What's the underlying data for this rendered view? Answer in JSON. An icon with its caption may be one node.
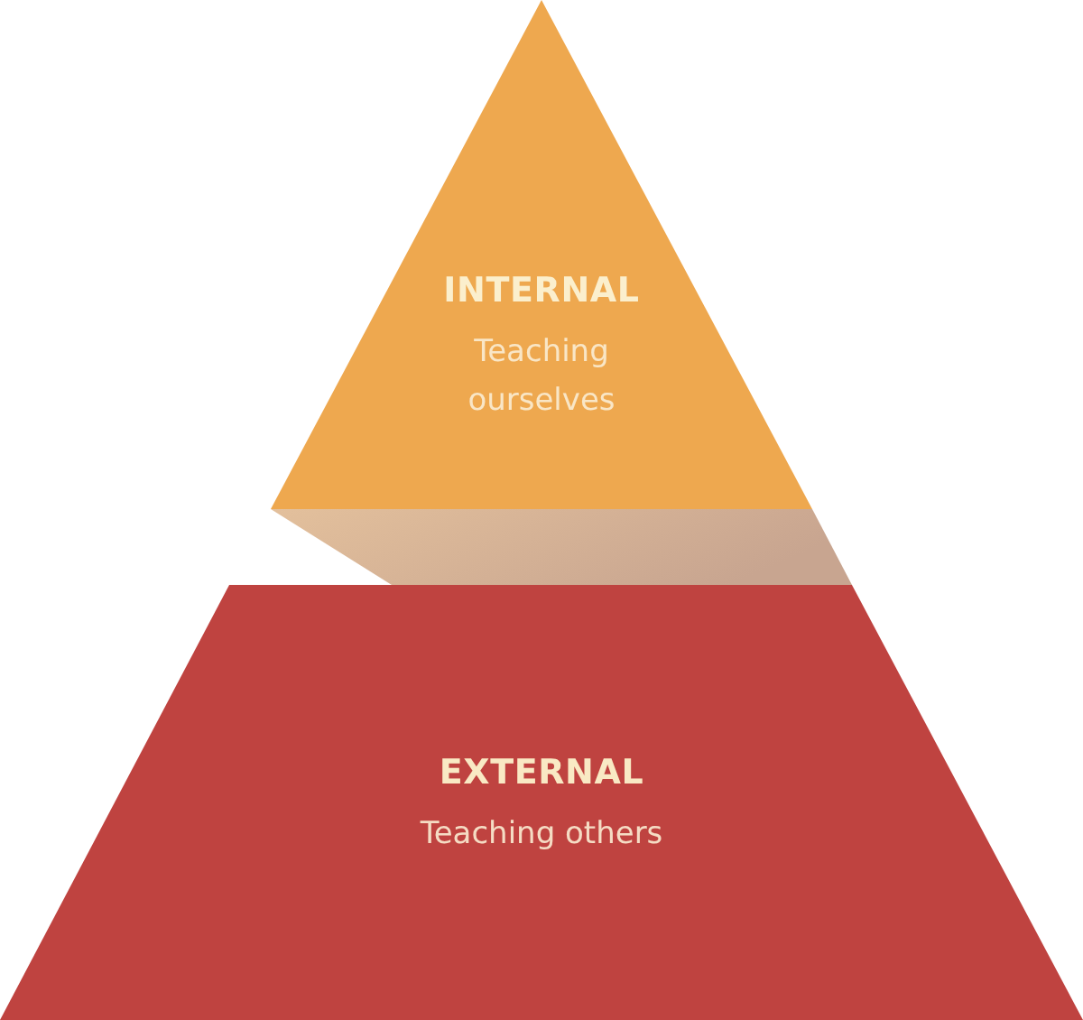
{
  "diagram": {
    "nodes": [
      {
        "text": [
          "INTERNAL",
          "Teaching ourselves"
        ]
      },
      {
        "text": [
          "EXTERNAL",
          "Teaching others"
        ]
      }
    ],
    "edges": [
      {
        "from": 0,
        "to": 1,
        "arrow": "none",
        "style": "thick"
      }
    ]
  }
}
